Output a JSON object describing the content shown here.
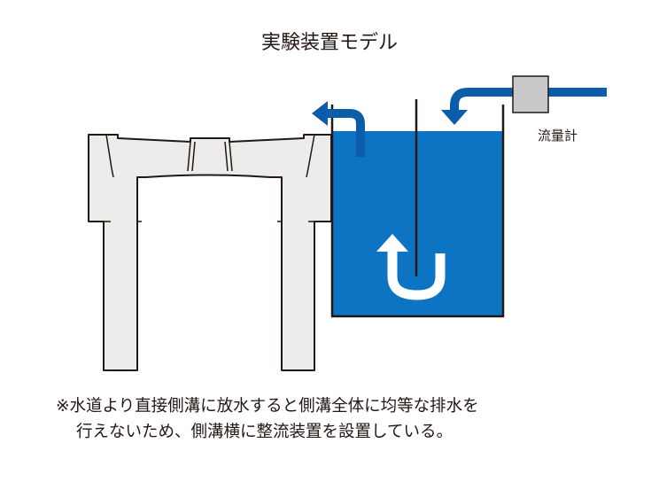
{
  "title": "実験装置モデル",
  "flowmeter_label": "流量計",
  "note": {
    "line1": "※水道より直接側溝に放水すると側溝全体に均等な排水を",
    "line2": "行えないため、側溝横に整流装置を設置している。"
  },
  "colors": {
    "water": "#0d74c4",
    "arrow": "#0b5cab",
    "pipe": "#0b5cab",
    "outline": "#231815",
    "concrete": "#ececea",
    "meter": "#c9c9c9",
    "white_arrow": "#ffffff"
  },
  "icons": {
    "outflow_arrow": "arrow-curved-left",
    "inflow_arrow": "arrow-curved-down",
    "uturn_arrow": "arrow-u-turn-up"
  }
}
